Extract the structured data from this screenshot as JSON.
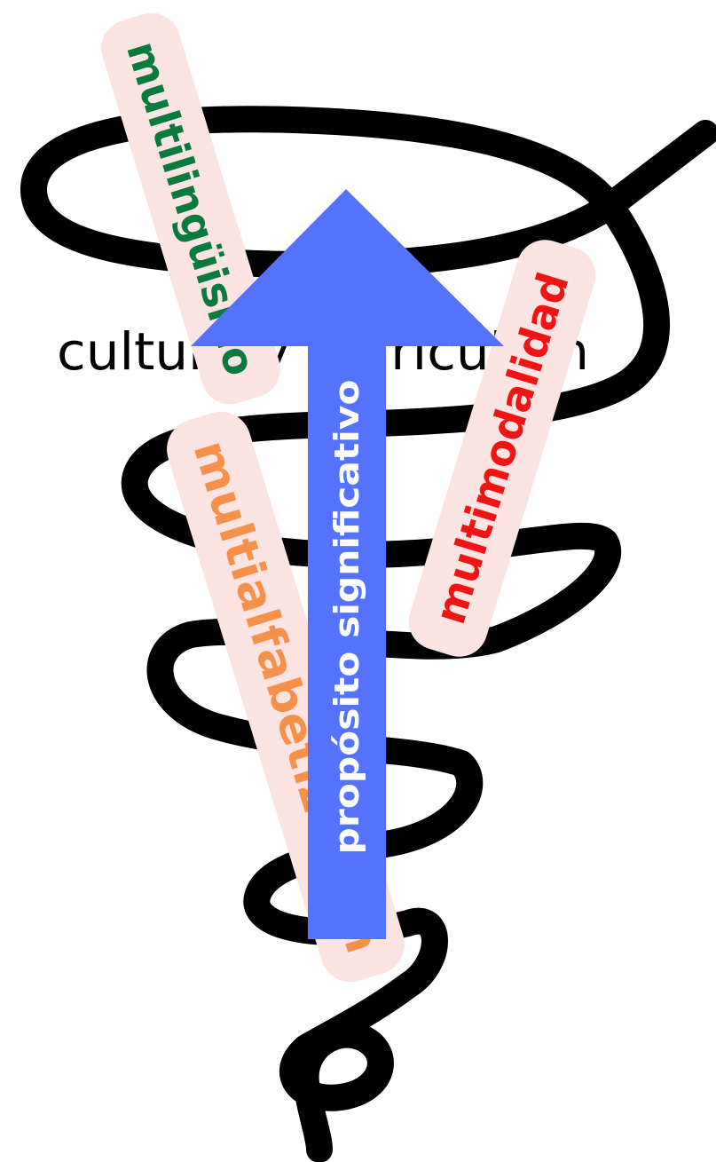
{
  "center_phrase": "cultura y curriculum",
  "labels": {
    "multilinguismo": "multilingüismo",
    "multimodalidad": "multimodalidad",
    "multialfabetizacion": "multialfabetización",
    "proposito": "propósito significativo"
  },
  "colors": {
    "multilinguismo": "#0a7a3e",
    "multimodalidad": "#f01414",
    "multialfabetizacion": "#f6914b",
    "proposito": "#ffffff",
    "arrow": "#5572fc",
    "pill": "#fce4e2",
    "spiral": "#000000"
  }
}
